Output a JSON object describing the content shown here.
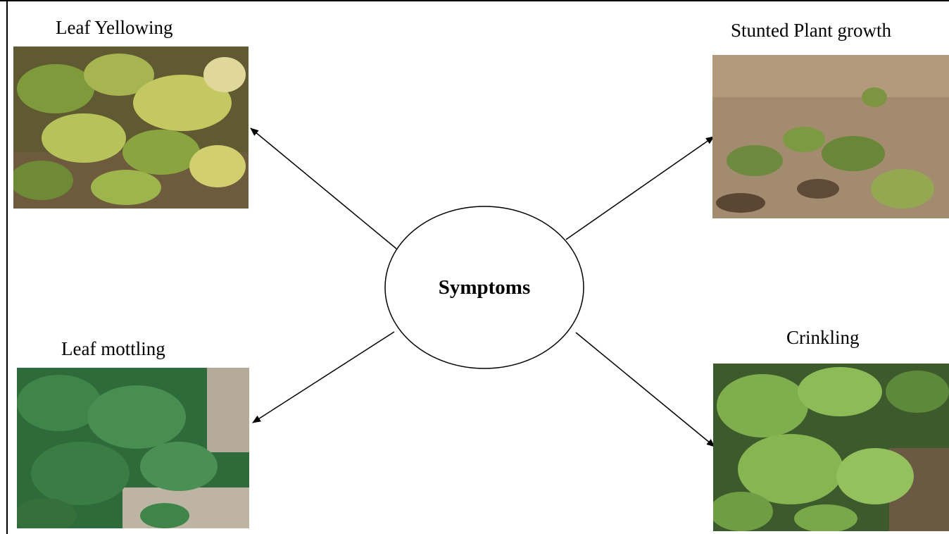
{
  "center": {
    "label": "Symptoms"
  },
  "symptoms": [
    {
      "label": "Leaf Yellowing"
    },
    {
      "label": "Stunted Plant growth"
    },
    {
      "label": "Leaf mottling"
    },
    {
      "label": "Crinkling"
    }
  ]
}
